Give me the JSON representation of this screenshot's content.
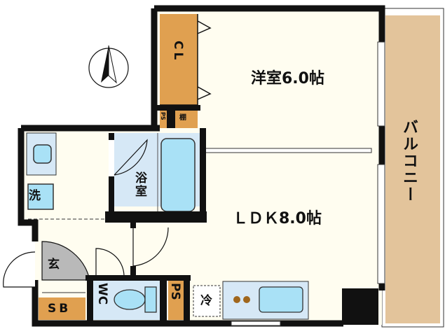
{
  "rooms": {
    "western": "洋室6.0帖",
    "ldk": "ＬＤＫ8.0帖",
    "closet": "CL",
    "shelf": "棚",
    "ps_top": "PS",
    "bath": "浴室",
    "washer": "洗",
    "entrance": "玄",
    "shoe_box": "SB",
    "toilet": "WC",
    "ps_bottom": "PS",
    "fridge": "冷",
    "balcony": "バルコニー"
  },
  "colors": {
    "wall": "#111111",
    "floor": "#fffdf0",
    "storage": "#e0a050",
    "balcony": "#e3c49b",
    "wet_area": "#d6e8f6",
    "fixture": "#a9e1f6",
    "entrance": "#b9b9b9"
  },
  "compass": {
    "icon": "north-arrow-icon"
  }
}
